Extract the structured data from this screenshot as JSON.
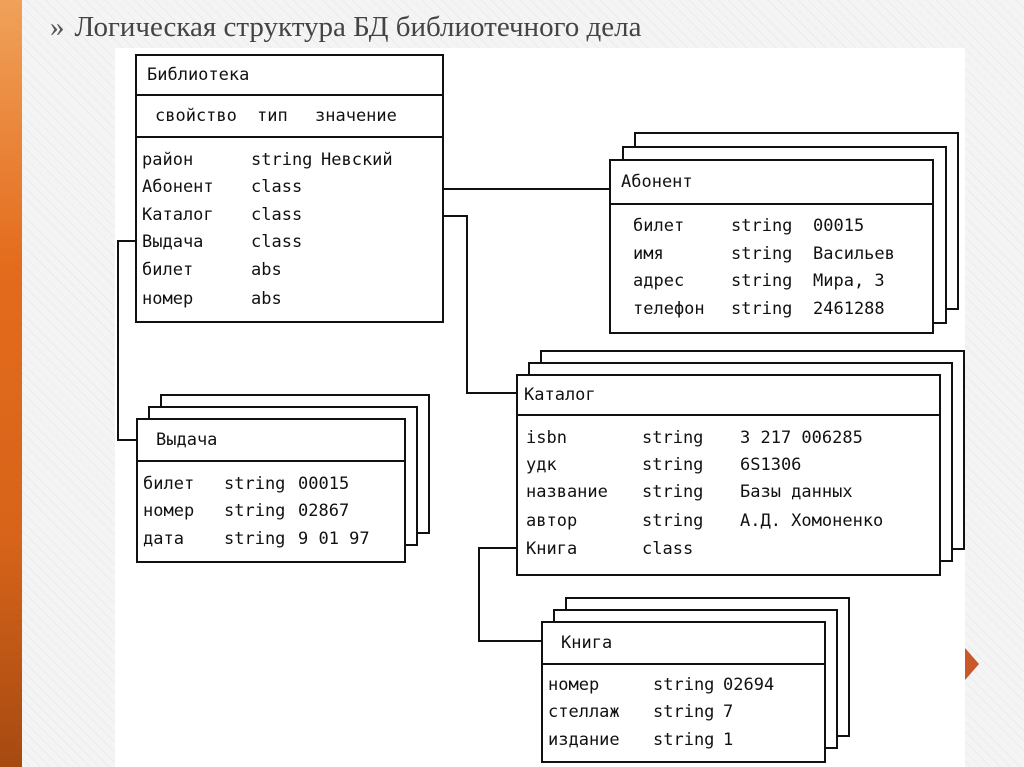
{
  "slide": {
    "bullet": "»",
    "title": "Логическая структура БД библиотечного дела"
  },
  "library": {
    "title": "Библиотека",
    "headers": [
      "свойство",
      "тип",
      "значение"
    ],
    "rows": [
      [
        "район",
        "string",
        "Невский"
      ],
      [
        "Абонент",
        "class",
        ""
      ],
      [
        "Каталог",
        "class",
        ""
      ],
      [
        "Выдача",
        "class",
        ""
      ],
      [
        "билет",
        "abs",
        ""
      ],
      [
        "номер",
        "abs",
        ""
      ]
    ]
  },
  "subscriber": {
    "title": "Абонент",
    "rows": [
      [
        "билет",
        "string",
        "00015"
      ],
      [
        "имя",
        "string",
        "Васильев"
      ],
      [
        "адрес",
        "string",
        "Мира, 3"
      ],
      [
        "телефон",
        "string",
        "2461288"
      ]
    ]
  },
  "issue": {
    "title": "Выдача",
    "rows": [
      [
        "билет",
        "string",
        "00015"
      ],
      [
        "номер",
        "string",
        "02867"
      ],
      [
        "дата",
        "string",
        "9 01 97"
      ]
    ]
  },
  "catalog": {
    "title": "Каталог",
    "rows": [
      [
        "isbn",
        "string",
        "3 217 006285"
      ],
      [
        "удк",
        "string",
        "6S1306"
      ],
      [
        "название",
        "string",
        "Базы данных"
      ],
      [
        "автор",
        "string",
        "А.Д. Хомоненко"
      ],
      [
        "Книга",
        "class",
        ""
      ]
    ]
  },
  "book": {
    "title": "Книга",
    "rows": [
      [
        "номер",
        "string",
        "02694"
      ],
      [
        "стеллаж",
        "string",
        "7"
      ],
      [
        "издание",
        "string",
        "1"
      ]
    ]
  },
  "colors": {
    "accent": "#e36b1c",
    "line": "#111111",
    "nav_arrow": "#c9572a"
  }
}
